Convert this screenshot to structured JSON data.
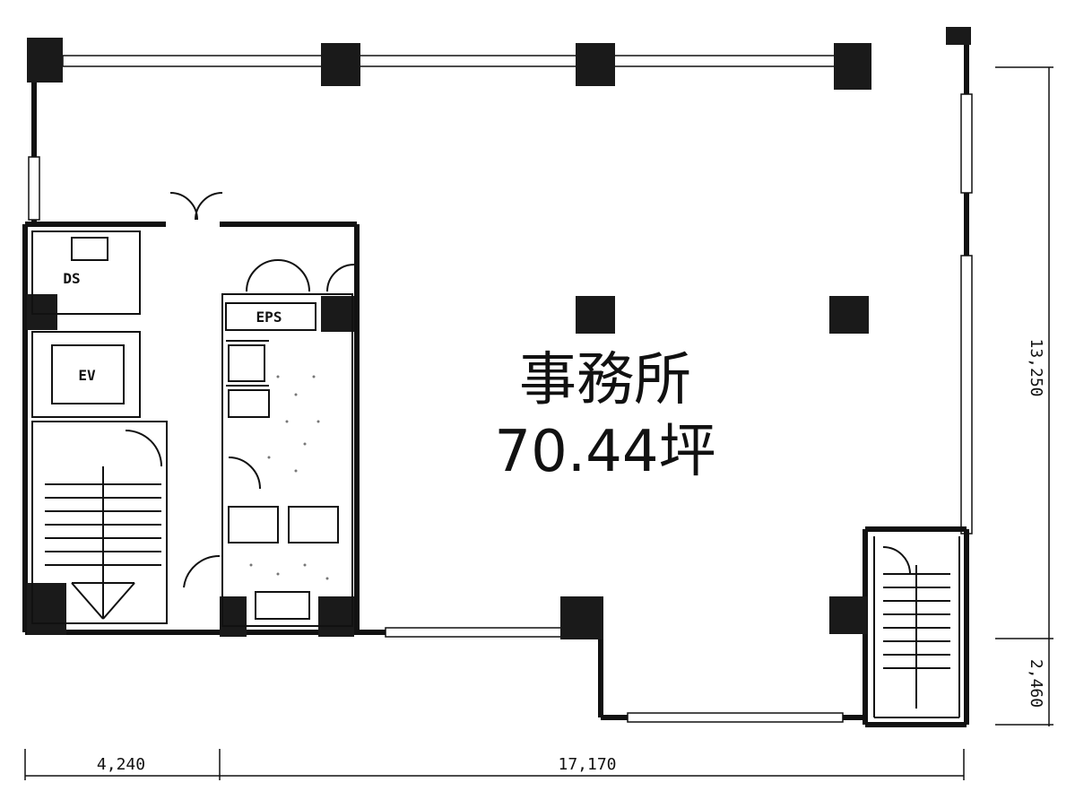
{
  "rooms": {
    "office_name": "事務所",
    "office_area": "70.44坪",
    "ds": "DS",
    "ev": "EV",
    "eps": "EPS"
  },
  "dimensions": {
    "bottom_left": "4,240",
    "bottom_right": "17,170",
    "right_main": "13,250",
    "right_small": "2,460"
  }
}
